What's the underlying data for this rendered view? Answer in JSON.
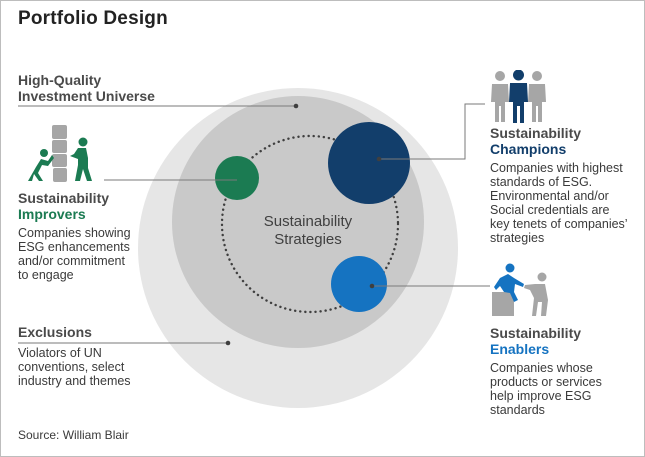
{
  "title": "Portfolio Design",
  "universe": {
    "line1": "High-Quality",
    "line2": "Investment Universe"
  },
  "exclusions": {
    "heading": "Exclusions",
    "desc": [
      "Violators of UN",
      "conventions, select",
      "industry and themes"
    ]
  },
  "center": {
    "line1": "Sustainability",
    "line2": "Strategies"
  },
  "improvers": {
    "heading1": "Sustainability",
    "heading2": "Improvers",
    "desc": [
      "Companies showing",
      "ESG enhancements",
      "and/or commitment",
      "to engage"
    ],
    "color": "#1b7b52"
  },
  "champions": {
    "heading1": "Sustainability",
    "heading2": "Champions",
    "desc": [
      "Companies with highest",
      "standards of ESG.",
      "Environmental and/or",
      "Social credentials are",
      "key tenets of companies’",
      "strategies"
    ],
    "color": "#123e6b"
  },
  "enablers": {
    "heading1": "Sustainability",
    "heading2": "Enablers",
    "desc": [
      "Companies whose",
      "products or services",
      "help improve ESG",
      "standards"
    ],
    "color": "#1573c1"
  },
  "source": "Source: William Blair",
  "colors": {
    "outer_circle": "#e6e6e6",
    "inner_circle": "#c9c9c9",
    "icon_gray": "#a6a6a6"
  },
  "icons": {
    "improvers": "people-stacking-blocks-icon",
    "champions": "group-of-people-icon",
    "enablers": "helping-hand-climb-icon"
  }
}
